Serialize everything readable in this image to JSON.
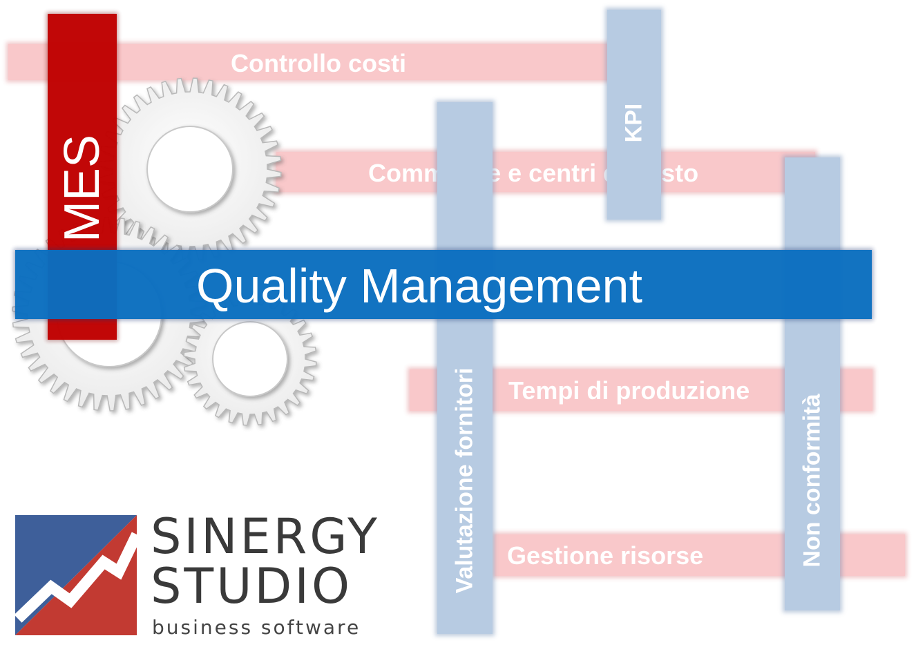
{
  "bars": {
    "controllo_costi": "Controllo costi",
    "commesse": "Commesse e centri di costo",
    "quality": "Quality Management",
    "tempi": "Tempi di produzione",
    "gestione": "Gestione risorse",
    "mes": "MES",
    "kpi": "KPI",
    "valutazione": "Valutazione fornitori",
    "non_conformita": "Non conformità"
  },
  "logo": {
    "line1": "SINERGY",
    "line2": "STUDIO",
    "tagline": "business software"
  },
  "colors": {
    "pink_bar": "#f9c4c6",
    "blue_bar": "#b7cbe2",
    "quality_bar": "#0b6fc0",
    "mes_bar": "#c00000",
    "logo_blue": "#3e5f9a",
    "logo_red": "#c23a32"
  },
  "icons": [
    "gear-icon",
    "sinergy-logo-icon"
  ]
}
